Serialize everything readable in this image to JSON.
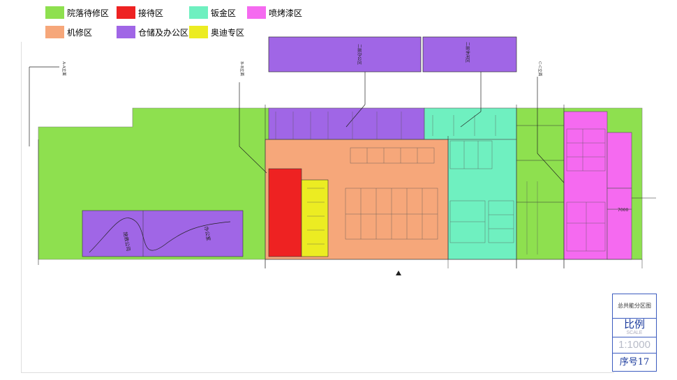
{
  "legend": [
    {
      "label": "院落待修区",
      "color": "#8ee04f"
    },
    {
      "label": "接待区",
      "color": "#ee2222"
    },
    {
      "label": "钣金区",
      "color": "#6ff0c0"
    },
    {
      "label": "喷烤漆区",
      "color": "#f56af0"
    },
    {
      "label": "机修区",
      "color": "#f6a77a"
    },
    {
      "label": "仓储及办公区",
      "color": "#a066e6"
    },
    {
      "label": "奥迪专区",
      "color": "#ecec22"
    }
  ],
  "plan": {
    "upper_box_left_label": "二层办公区",
    "upper_box_right_label": "二层休闲区",
    "office_left_label": "施救公司",
    "office_right_label": "办公室",
    "section_a": "A-A立面",
    "section_b": "B-B立面",
    "section_c": "C-C立面",
    "dim_right": "7000"
  },
  "title_block": {
    "title": "总共能分区图",
    "scale_cn": "比例",
    "scale_en": "SCALE",
    "ratio": "1:1000",
    "sequence": "序号17"
  }
}
